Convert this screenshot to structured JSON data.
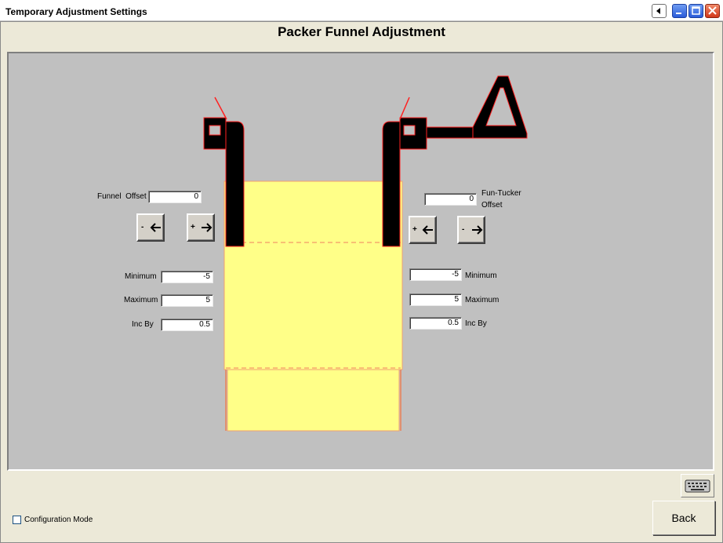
{
  "window": {
    "title": "Temporary Adjustment Settings"
  },
  "page": {
    "title": "Packer Funnel Adjustment"
  },
  "funnel": {
    "offset_label_1": "Funnel",
    "offset_label_2": "Offset",
    "offset_value": "0",
    "minus_sign": "-",
    "plus_sign": "+",
    "minimum_label": "Minimum",
    "minimum_value": "-5",
    "maximum_label": "Maximum",
    "maximum_value": "5",
    "inc_label": "Inc By",
    "inc_value": "0.5"
  },
  "tucker": {
    "offset_label_1": "Fun-Tucker",
    "offset_label_2": "Offset",
    "offset_value": "0",
    "plus_sign": "+",
    "minus_sign": "-",
    "minimum_label": "Minimum",
    "minimum_value": "-5",
    "maximum_label": "Maximum",
    "maximum_value": "5",
    "inc_label": "Inc By",
    "inc_value": "0.5"
  },
  "footer": {
    "config_label": "Configuration Mode",
    "back_label": "Back"
  },
  "icons": {
    "left_arrow": "arrow-left-icon",
    "right_arrow": "arrow-right-icon",
    "keyboard": "keyboard-icon"
  },
  "colors": {
    "bag_fill": "#ffff88",
    "bag_edge": "#f0a070",
    "funnel_black": "#000000",
    "outline_red": "#ff2020",
    "panel_bg": "#c0c0c0"
  }
}
